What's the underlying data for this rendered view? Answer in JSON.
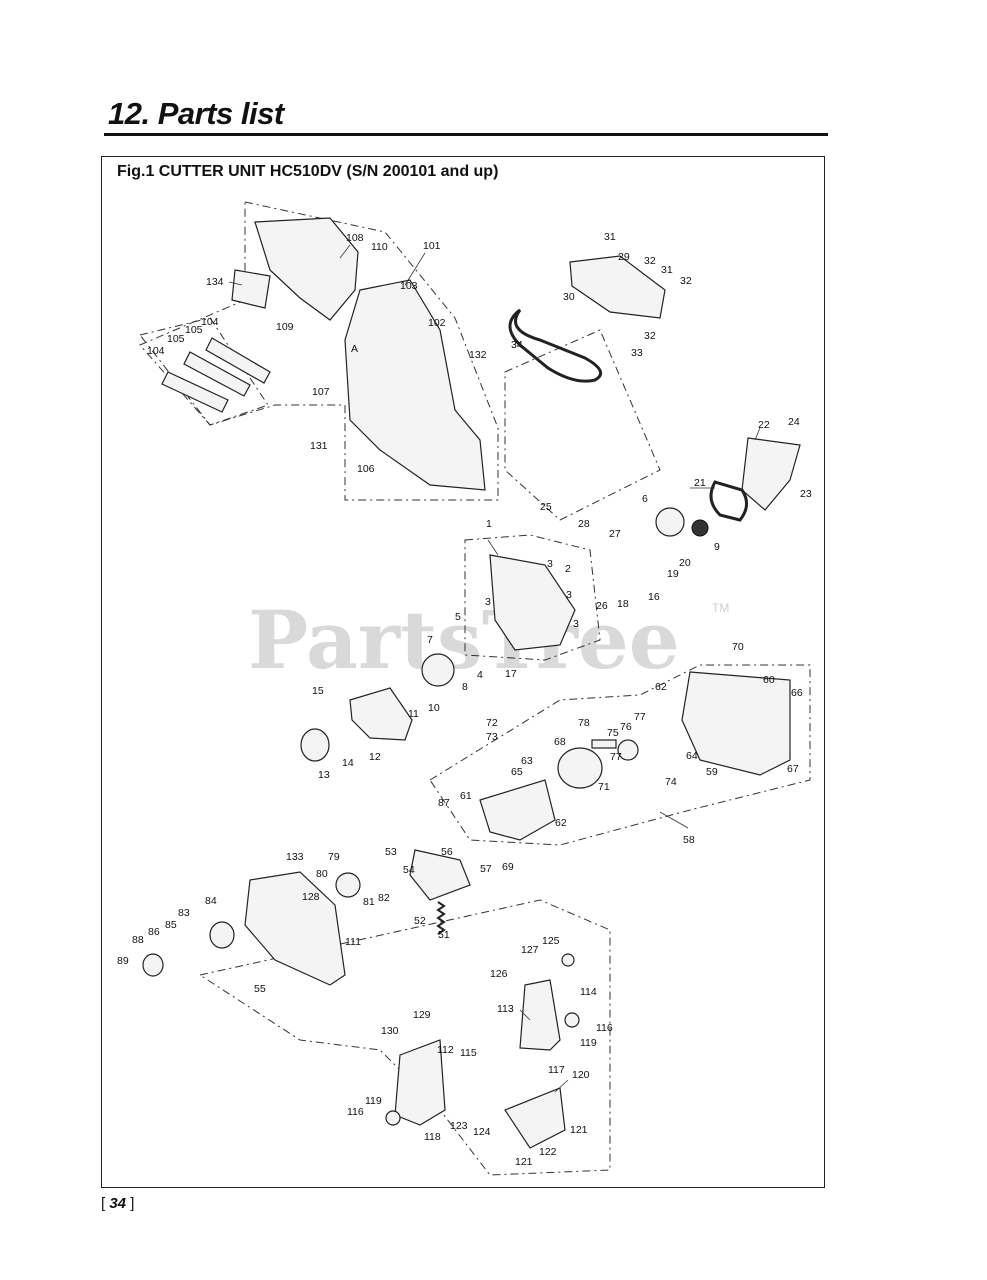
{
  "page": {
    "section_title": "12. Parts list",
    "figure_title": "Fig.1 CUTTER UNIT  HC510DV  (S/N 200101 and up)",
    "page_number": "34",
    "watermark": "PartsTree",
    "trademark": "TM"
  },
  "callouts": [
    "1",
    "2",
    "3",
    "3",
    "3",
    "3",
    "4",
    "5",
    "6",
    "7",
    "8",
    "9",
    "10",
    "11",
    "12",
    "13",
    "14",
    "15",
    "16",
    "17",
    "18",
    "19",
    "20",
    "21",
    "22",
    "23",
    "24",
    "25",
    "26",
    "27",
    "28",
    "29",
    "30",
    "31",
    "31",
    "32",
    "32",
    "32",
    "33",
    "34",
    "51",
    "52",
    "53",
    "54",
    "55",
    "56",
    "57",
    "58",
    "59",
    "60",
    "61",
    "62",
    "62",
    "63",
    "64",
    "65",
    "66",
    "67",
    "68",
    "69",
    "70",
    "71",
    "72",
    "73",
    "74",
    "75",
    "76",
    "77",
    "77",
    "78",
    "79",
    "80",
    "81",
    "82",
    "83",
    "84",
    "85",
    "86",
    "87",
    "88",
    "89",
    "101",
    "102",
    "103",
    "104",
    "104",
    "105",
    "105",
    "106",
    "107",
    "108",
    "109",
    "110",
    "111",
    "112",
    "113",
    "114",
    "115",
    "116",
    "116",
    "117",
    "118",
    "119",
    "119",
    "120",
    "121",
    "121",
    "122",
    "123",
    "124",
    "125",
    "126",
    "127",
    "128",
    "129",
    "130",
    "131",
    "132",
    "133",
    "134",
    "A"
  ]
}
